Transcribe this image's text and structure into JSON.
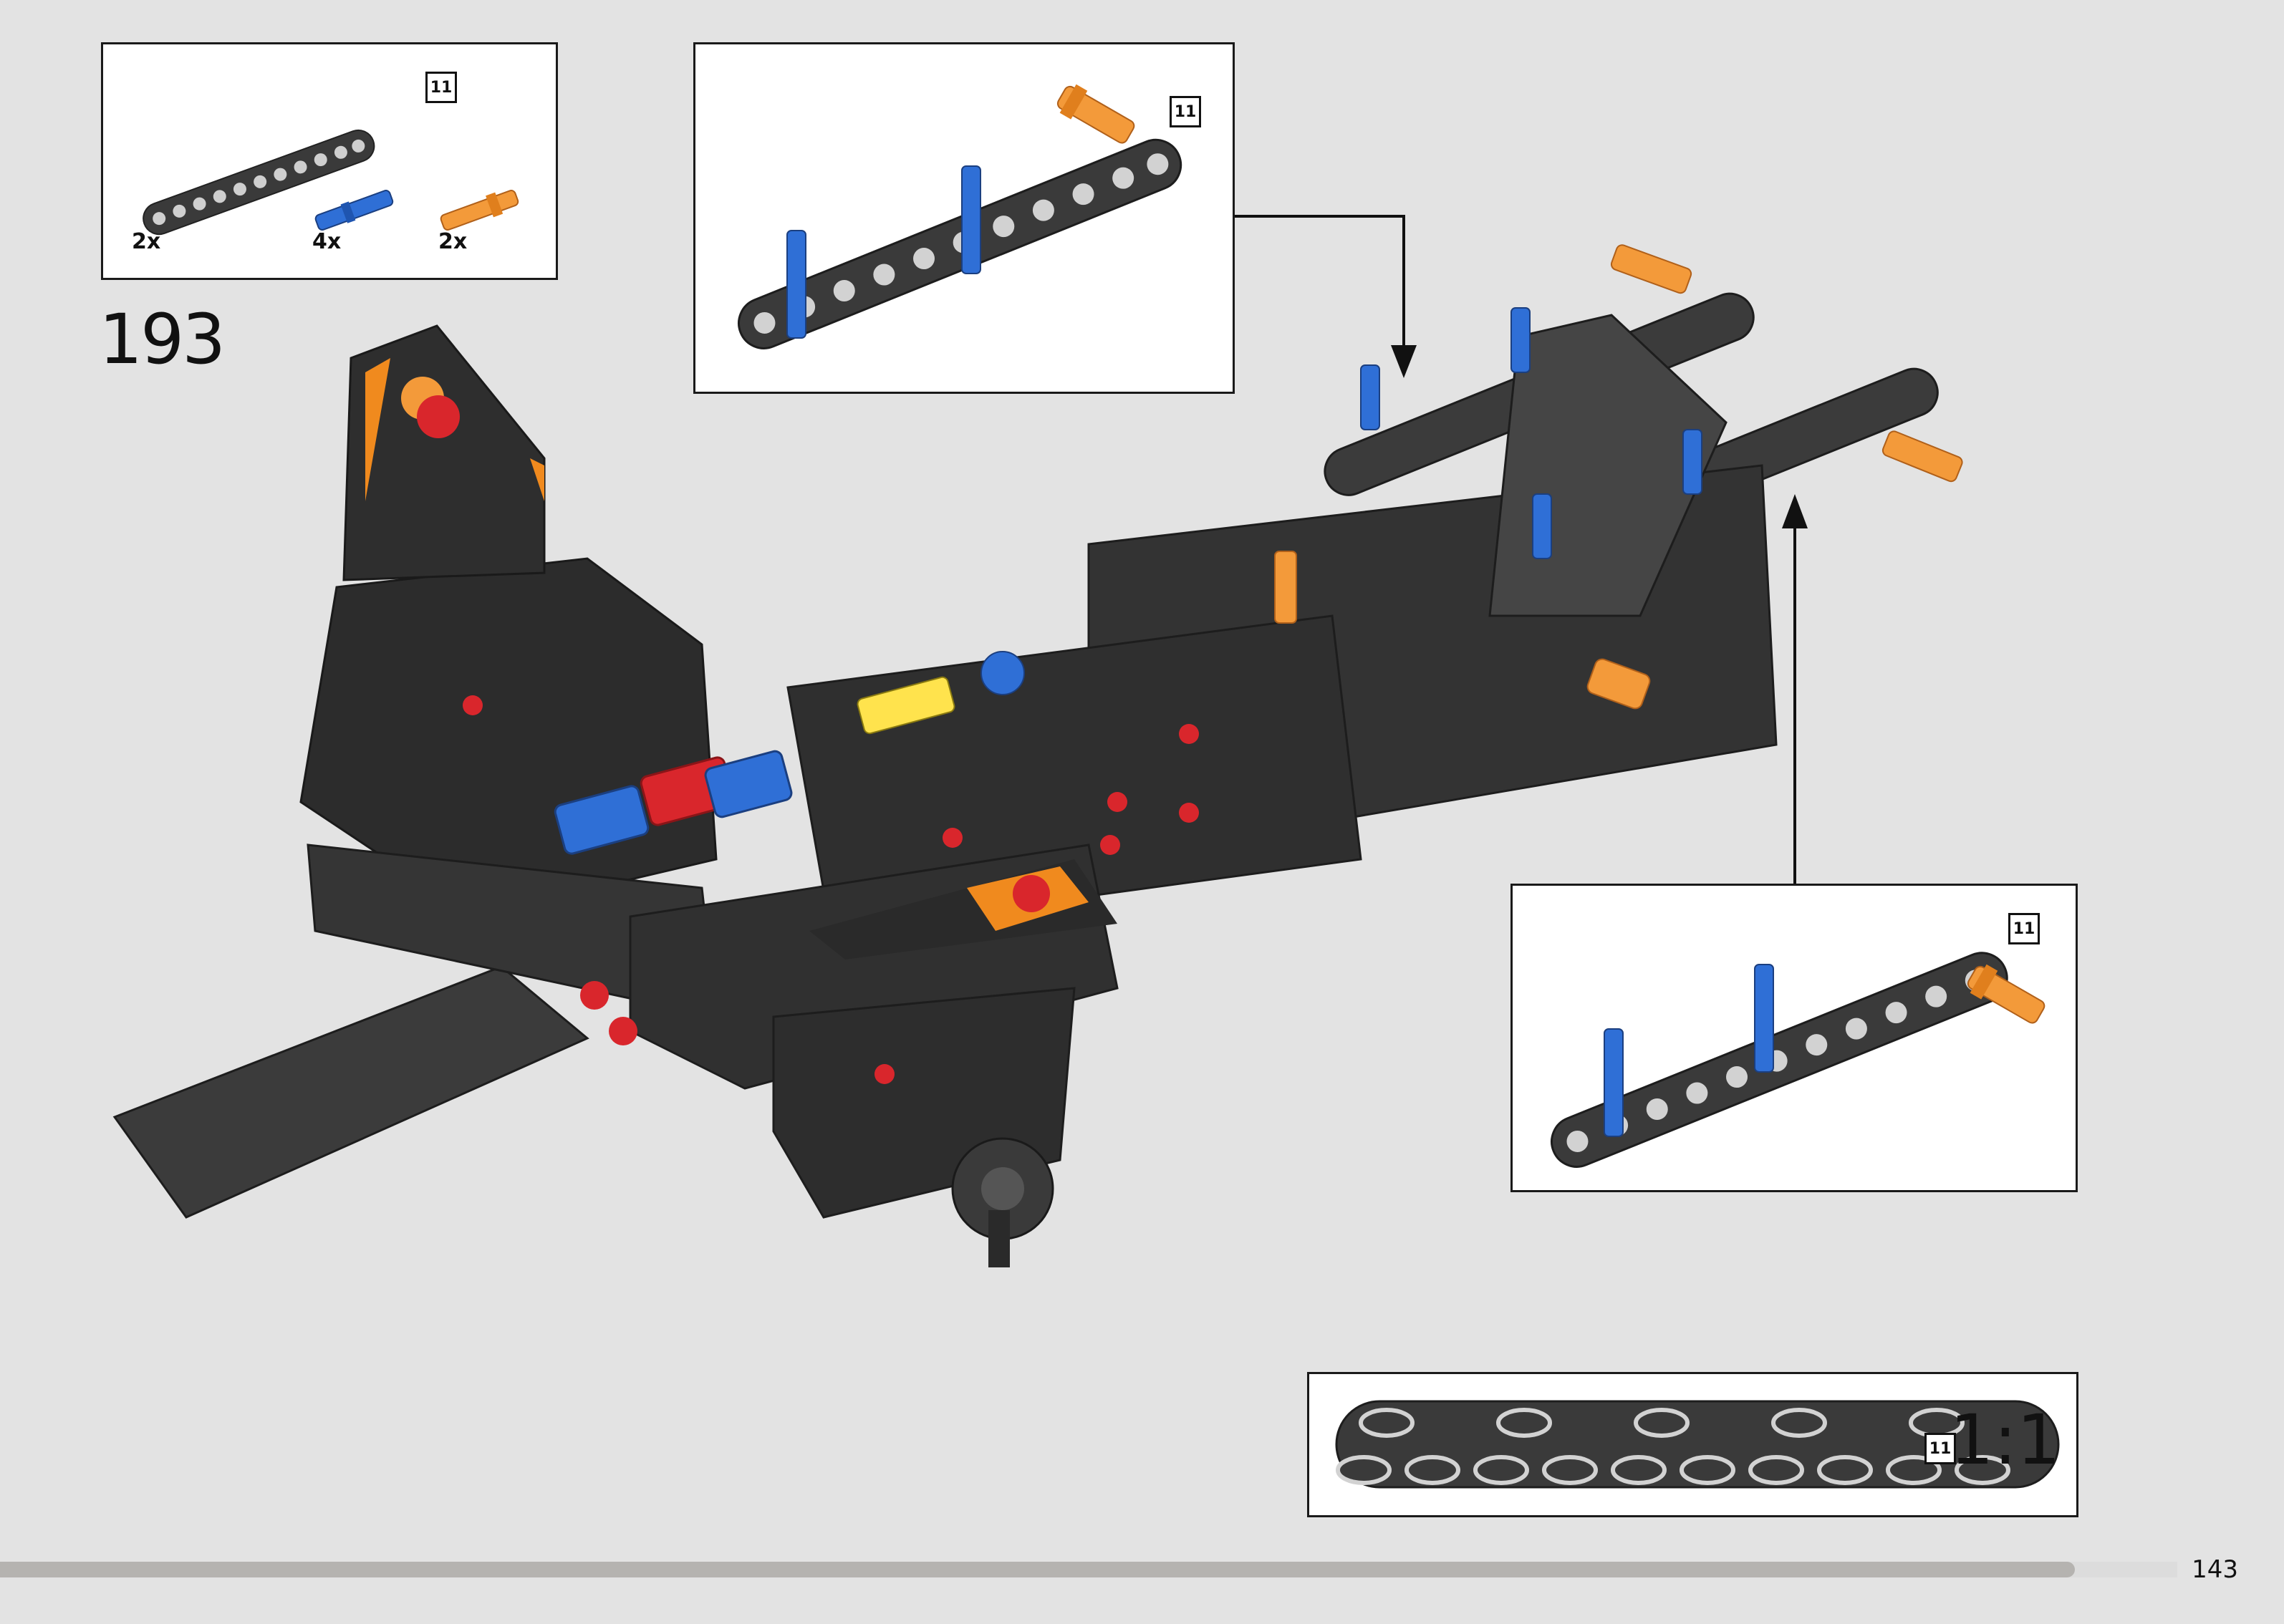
{
  "step": {
    "number": "193"
  },
  "parts_list": {
    "items": [
      {
        "name": "beam-11",
        "quantity": "2x",
        "length_badge": "11",
        "color": "#3a3a3a"
      },
      {
        "name": "axle-pin-blue",
        "quantity": "4x",
        "color": "#2f6fd6"
      },
      {
        "name": "axle-pin-orange",
        "quantity": "2x",
        "color": "#f39a3a"
      }
    ]
  },
  "callouts": {
    "top": {
      "length_badge": "11"
    },
    "right": {
      "length_badge": "11"
    }
  },
  "scale_reference": {
    "length_badge": "11",
    "label": "1:1"
  },
  "footer": {
    "page_number": "143",
    "progress": 0.953
  },
  "colors": {
    "background": "#e3e3e3",
    "beam": "#3a3a3a",
    "pin_blue": "#2f6fd6",
    "pin_orange": "#f39a3a",
    "accent_red": "#d9262c",
    "accent_orange": "#f08a1e"
  }
}
